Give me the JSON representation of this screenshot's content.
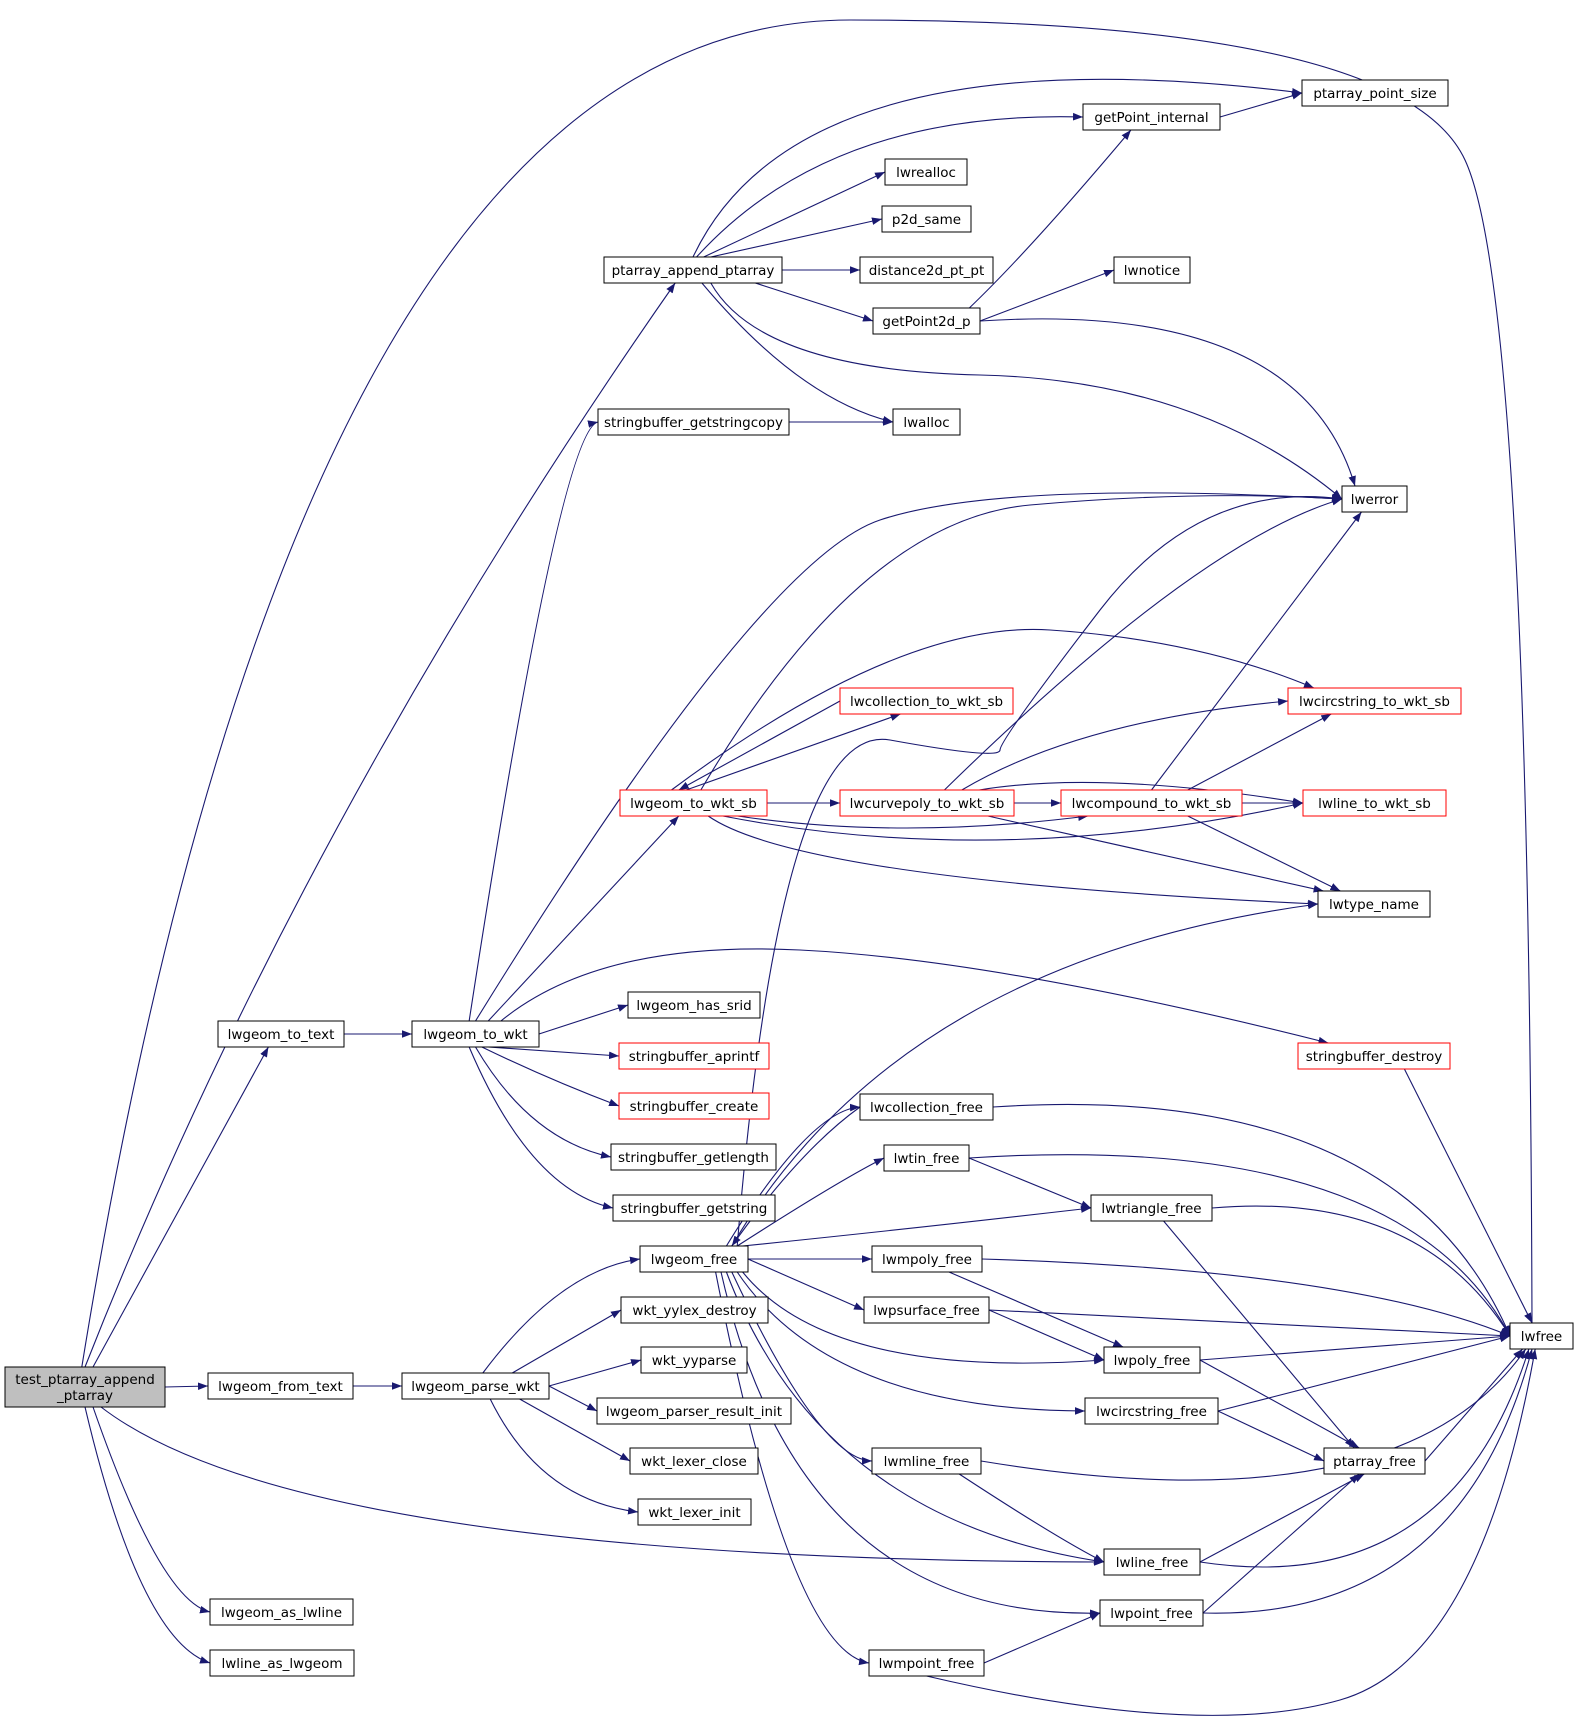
{
  "graph": {
    "root": [
      "test_ptarray_append",
      "_ptarray"
    ],
    "nodes": {
      "lwfree": "lwfree",
      "lwgeom_to_text": "lwgeom_to_text",
      "lwgeom_from_text": "lwgeom_from_text",
      "lwgeom_as_lwline": "lwgeom_as_lwline",
      "lwline_as_lwgeom": "lwline_as_lwgeom",
      "lwgeom_to_wkt": "lwgeom_to_wkt",
      "lwgeom_parse_wkt": "lwgeom_parse_wkt",
      "ptarray_append_ptarray": "ptarray_append_ptarray",
      "stringbuffer_getstringcopy": "stringbuffer_getstringcopy",
      "lwgeom_to_wkt_sb": "lwgeom_to_wkt_sb",
      "lwgeom_has_srid": "lwgeom_has_srid",
      "stringbuffer_aprintf": "stringbuffer_aprintf",
      "stringbuffer_create": "stringbuffer_create",
      "stringbuffer_getlength": "stringbuffer_getlength",
      "stringbuffer_getstring": "stringbuffer_getstring",
      "lwgeom_free": "lwgeom_free",
      "wkt_yylex_destroy": "wkt_yylex_destroy",
      "wkt_yyparse": "wkt_yyparse",
      "lwgeom_parser_result_init": "lwgeom_parser_result_init",
      "wkt_lexer_close": "wkt_lexer_close",
      "wkt_lexer_init": "wkt_lexer_init",
      "lwrealloc": "lwrealloc",
      "p2d_same": "p2d_same",
      "distance2d_pt_pt": "distance2d_pt_pt",
      "getPoint2d_p": "getPoint2d_p",
      "lwalloc": "lwalloc",
      "lwcollection_to_wkt_sb": "lwcollection_to_wkt_sb",
      "lwcurvepoly_to_wkt_sb": "lwcurvepoly_to_wkt_sb",
      "lwcollection_free": "lwcollection_free",
      "lwtin_free": "lwtin_free",
      "lwmpoly_free": "lwmpoly_free",
      "lwpsurface_free": "lwpsurface_free",
      "lwmline_free": "lwmline_free",
      "lwmpoint_free": "lwmpoint_free",
      "getPoint_internal": "getPoint_internal",
      "lwnotice": "lwnotice",
      "lwcompound_to_wkt_sb": "lwcompound_to_wkt_sb",
      "lwtriangle_free": "lwtriangle_free",
      "lwpoly_free": "lwpoly_free",
      "lwcircstring_free": "lwcircstring_free",
      "lwline_free": "lwline_free",
      "lwpoint_free": "lwpoint_free",
      "ptarray_point_size": "ptarray_point_size",
      "lwerror": "lwerror",
      "lwcircstring_to_wkt_sb": "lwcircstring_to_wkt_sb",
      "lwline_to_wkt_sb": "lwline_to_wkt_sb",
      "lwtype_name": "lwtype_name",
      "stringbuffer_destroy": "stringbuffer_destroy",
      "ptarray_free": "ptarray_free"
    }
  }
}
